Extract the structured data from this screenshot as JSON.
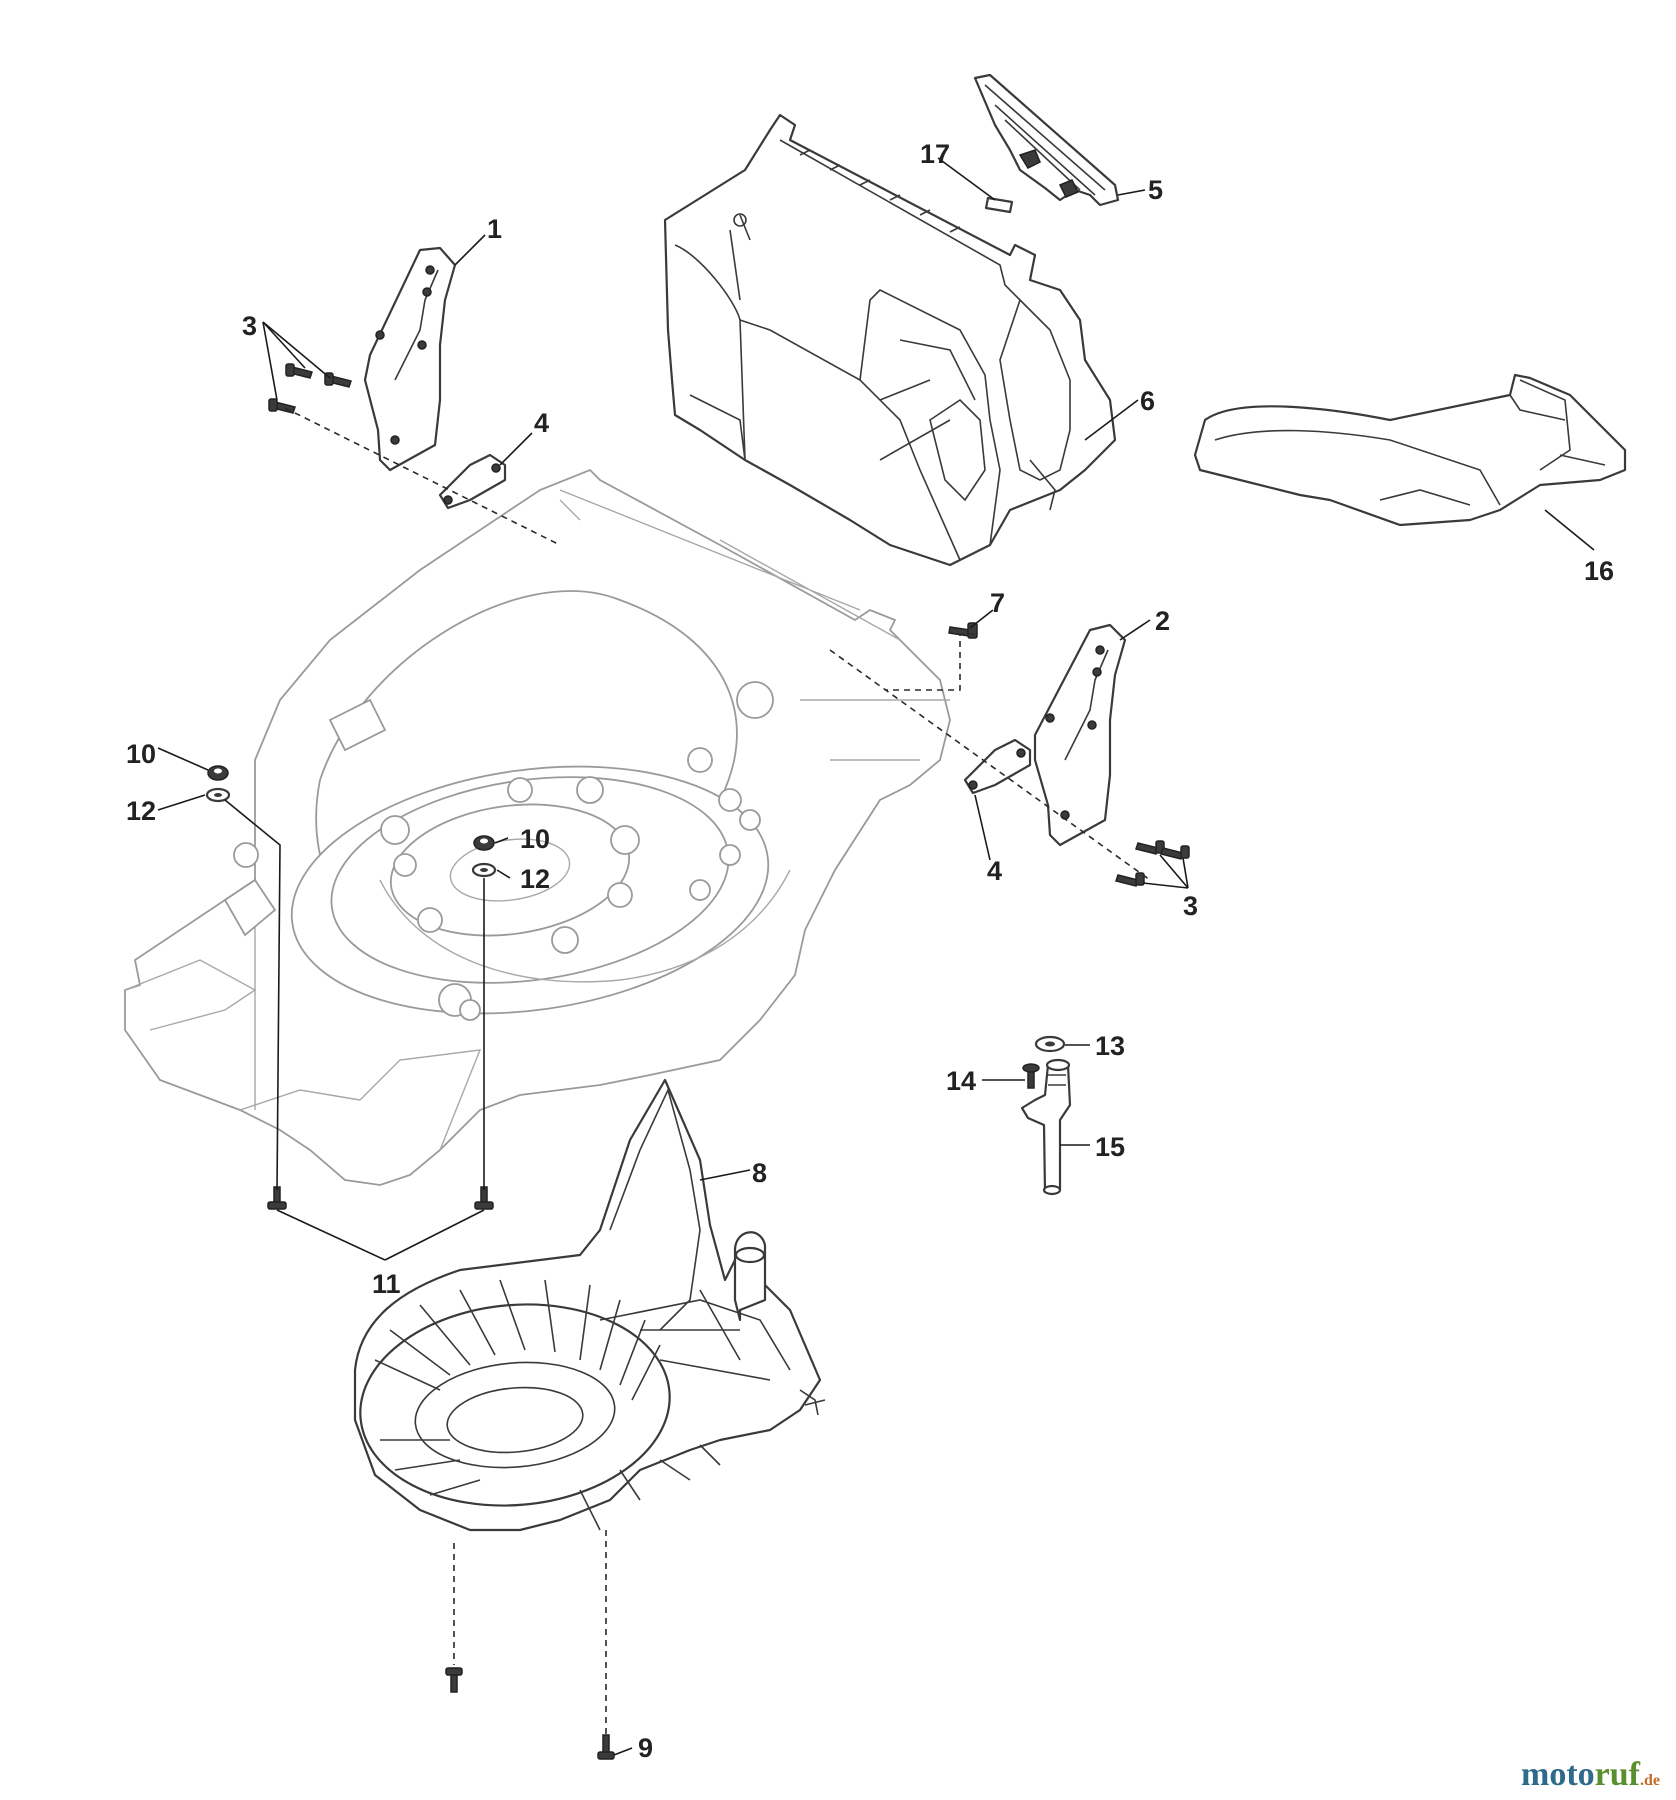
{
  "callouts": {
    "c1": "1",
    "c2": "2",
    "c3a": "3",
    "c3b": "3",
    "c4a": "4",
    "c4b": "4",
    "c5": "5",
    "c6": "6",
    "c7": "7",
    "c8": "8",
    "c9": "9",
    "c10a": "10",
    "c10b": "10",
    "c11": "11",
    "c12a": "12",
    "c12b": "12",
    "c13": "13",
    "c14": "14",
    "c15": "15",
    "c16": "16",
    "c17": "17"
  },
  "watermark": {
    "moto": "moto",
    "ruf": "ruf",
    "de": ".de"
  }
}
